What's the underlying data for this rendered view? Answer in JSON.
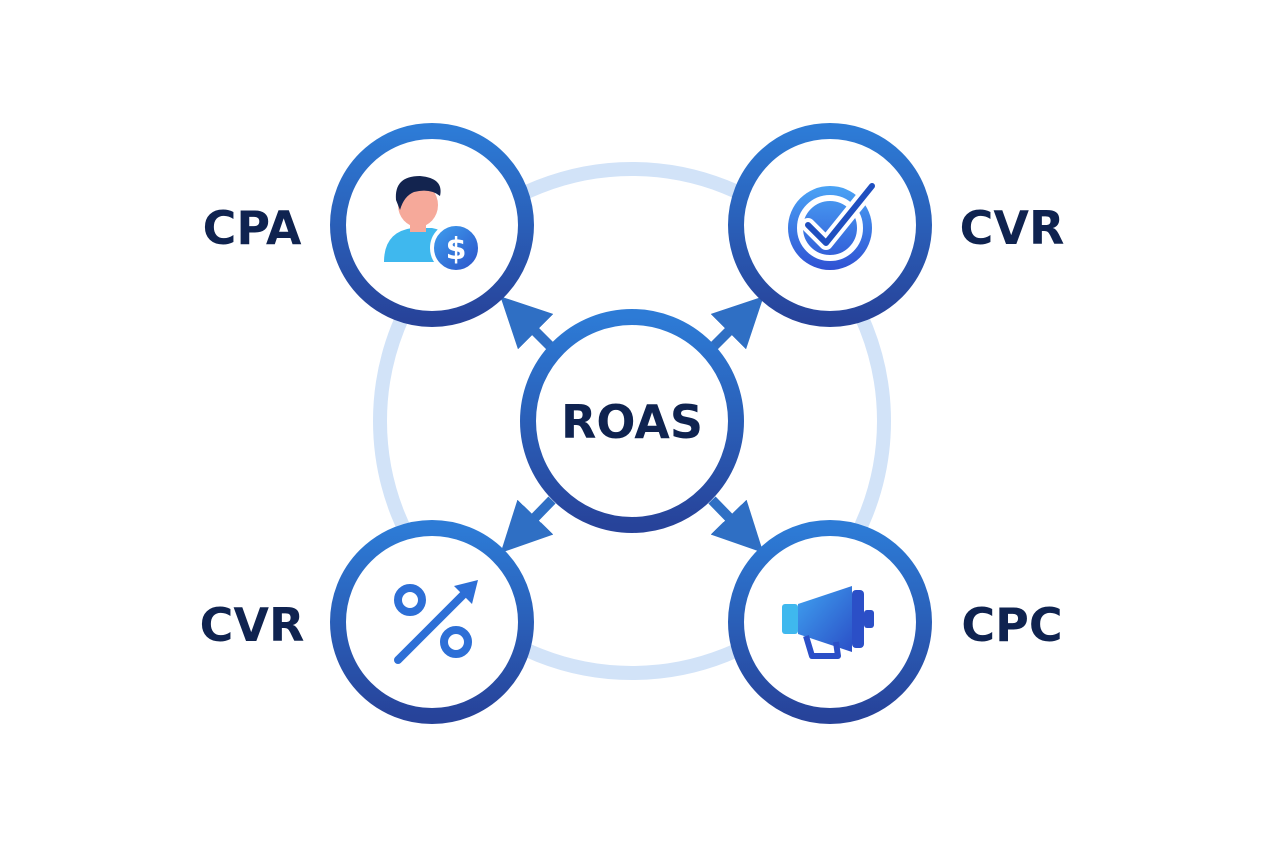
{
  "center": {
    "label": "ROAS"
  },
  "nodes": [
    {
      "id": "top-left",
      "label": "CPA",
      "icon": "user-dollar-icon"
    },
    {
      "id": "top-right",
      "label": "CVR",
      "icon": "check-badge-icon"
    },
    {
      "id": "bottom-left",
      "label": "CVR",
      "icon": "percent-arrow-icon"
    },
    {
      "id": "bottom-right",
      "label": "CPC",
      "icon": "megaphone-icon"
    }
  ],
  "colors": {
    "ring": "#2a62bb",
    "ring_light": "#d2e3f8",
    "arrow": "#2f6fc4",
    "label": "#0f2350",
    "icon_blue": "#2d7de6",
    "icon_light": "#3fb8ee",
    "skin": "#f6a99a"
  }
}
